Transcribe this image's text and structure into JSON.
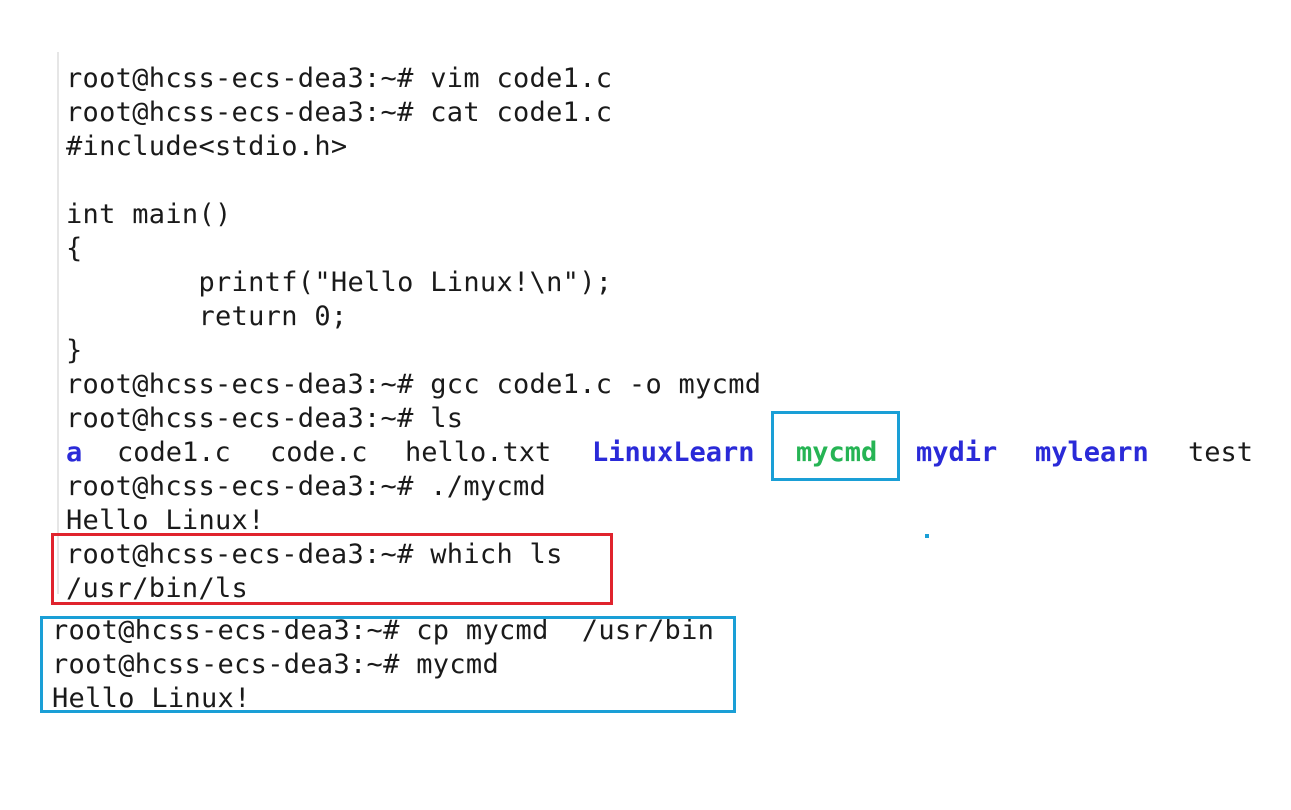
{
  "terminal": {
    "lines": [
      "root@hcss-ecs-dea3:~# vim code1.c",
      "root@hcss-ecs-dea3:~# cat code1.c",
      "#include<stdio.h>",
      "",
      "int main()",
      "{",
      "        printf(\"Hello Linux!\\n\");",
      "        return 0;",
      "}",
      "root@hcss-ecs-dea3:~# gcc code1.c -o mycmd",
      "root@hcss-ecs-dea3:~# ls",
      "root@hcss-ecs-dea3:~# ./mycmd",
      "Hello Linux!",
      "root@hcss-ecs-dea3:~# which ls",
      "/usr/bin/ls",
      "root@hcss-ecs-dea3:~# cp mycmd  /usr/bin",
      "root@hcss-ecs-dea3:~# mycmd",
      "Hello Linux!"
    ],
    "ls_output": [
      {
        "name": "a",
        "kind": "directory"
      },
      {
        "name": "code1.c",
        "kind": "file"
      },
      {
        "name": "code.c",
        "kind": "file"
      },
      {
        "name": "hello.txt",
        "kind": "file"
      },
      {
        "name": "LinuxLearn",
        "kind": "directory"
      },
      {
        "name": "mycmd",
        "kind": "executable"
      },
      {
        "name": "mydir",
        "kind": "directory"
      },
      {
        "name": "mylearn",
        "kind": "directory"
      },
      {
        "name": "test",
        "kind": "file"
      }
    ]
  },
  "colors": {
    "directory": "#2a2ad8",
    "executable": "#26b454",
    "text": "#1a1a1a",
    "highlight_blue": "#1a9fd6",
    "highlight_red": "#e0232d"
  }
}
